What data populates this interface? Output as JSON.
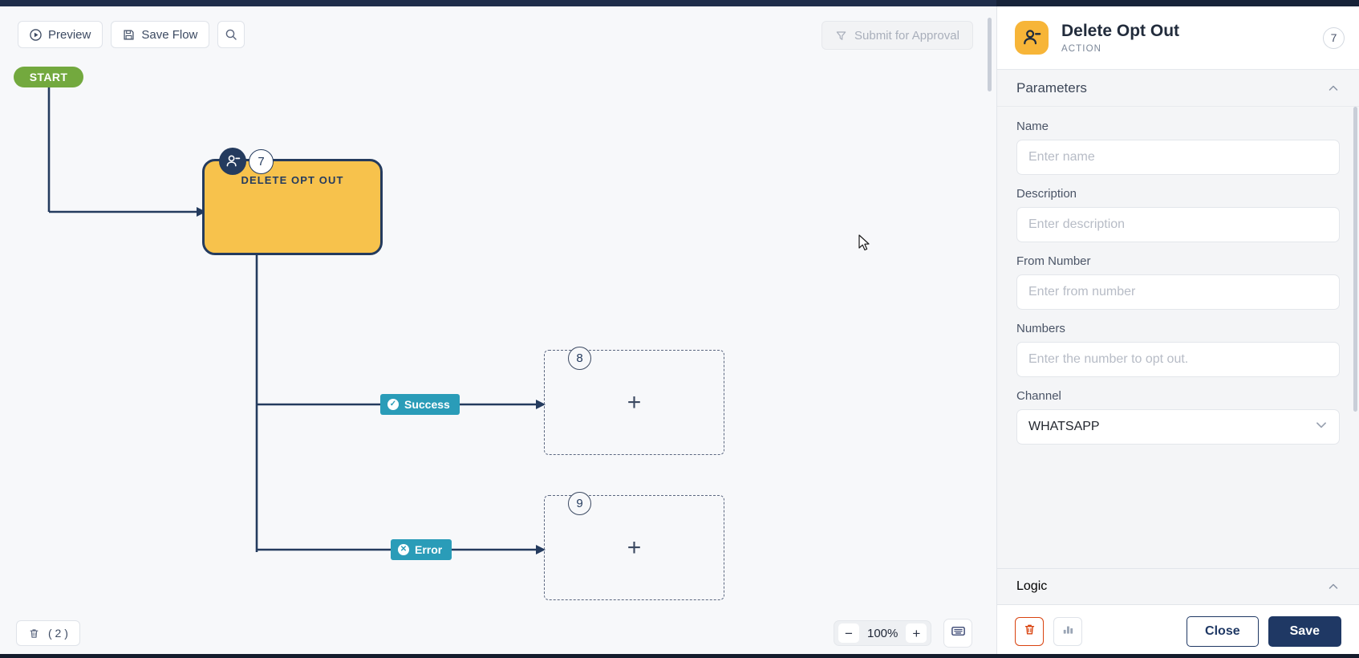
{
  "toolbar": {
    "preview_label": "Preview",
    "save_flow_label": "Save Flow",
    "search_icon": "search-icon",
    "submit_label": "Submit for Approval"
  },
  "canvas": {
    "start_label": "START",
    "zoom_level": "100%",
    "zoom_out_label": "−",
    "zoom_in_label": "+",
    "trash_count_label": "( 2 )",
    "nodes": [
      {
        "id": "7",
        "title": "DELETE OPT OUT",
        "type": "action",
        "color": "#f7c24c",
        "border_color": "#243b5e",
        "icon": "user-minus-icon"
      }
    ],
    "branches": [
      {
        "id": "success",
        "label": "Success",
        "icon": "check-circle-icon",
        "color": "#2a9cb8",
        "target_badge": "8"
      },
      {
        "id": "error",
        "label": "Error",
        "icon": "x-circle-icon",
        "color": "#2a9cb8",
        "target_badge": "9"
      }
    ],
    "placeholders": [
      {
        "badge": "8",
        "add_label": "+"
      },
      {
        "badge": "9",
        "add_label": "+"
      }
    ]
  },
  "panel": {
    "title": "Delete Opt Out",
    "subtitle": "ACTION",
    "badge": "7",
    "avatar_icon": "user-minus-icon",
    "sections": {
      "parameters": {
        "title": "Parameters",
        "collapse_icon": "chevron-up-icon",
        "fields": [
          {
            "label": "Name",
            "value": "",
            "placeholder": "Enter name",
            "type": "text",
            "name": "name-field"
          },
          {
            "label": "Description",
            "value": "",
            "placeholder": "Enter description",
            "type": "text",
            "name": "description-field"
          },
          {
            "label": "From Number",
            "value": "",
            "placeholder": "Enter from number",
            "type": "text",
            "name": "from-number-field"
          },
          {
            "label": "Numbers",
            "value": "",
            "placeholder": "Enter the number to opt out.",
            "type": "text",
            "name": "numbers-field"
          },
          {
            "label": "Channel",
            "value": "WHATSAPP",
            "placeholder": "",
            "type": "select",
            "name": "channel-select"
          }
        ]
      },
      "logic": {
        "title": "Logic",
        "collapse_icon": "chevron-up-icon"
      }
    },
    "footer": {
      "delete_icon": "trash-icon",
      "stats_icon": "bar-chart-icon",
      "close_label": "Close",
      "save_label": "Save"
    }
  },
  "colors": {
    "accent_dark": "#1f3864",
    "node_yellow": "#f7c24c",
    "branch_teal": "#2a9cb8",
    "start_green": "#73a93e",
    "danger": "#d9430f"
  }
}
